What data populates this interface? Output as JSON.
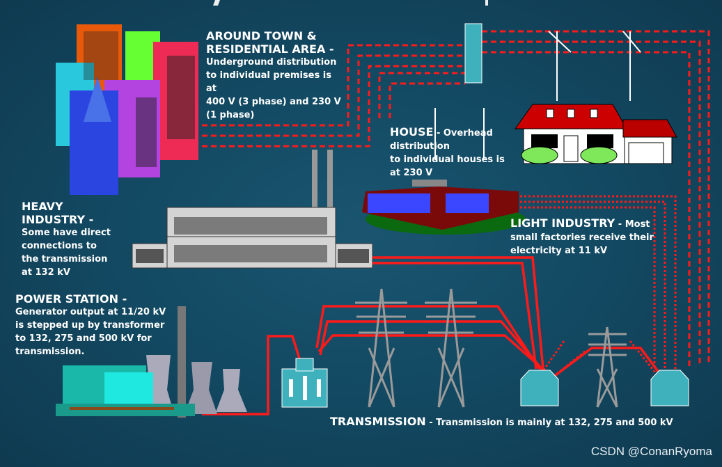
{
  "labels": {
    "around_town": {
      "title": "AROUND TOWN &",
      "title2": "RESIDENTIAL AREA -",
      "lines": [
        "Underground distribution",
        "to individual premises is",
        "at",
        "400 V (3 phase) and 230 V",
        "(1 phase)"
      ]
    },
    "house": {
      "title": "HOUSE",
      "rest": " - Overhead",
      "lines": [
        "distribution",
        "to individual houses is",
        "at 230 V"
      ]
    },
    "heavy_industry": {
      "title": "HEAVY",
      "title2": "INDUSTRY -",
      "lines": [
        "Some have direct",
        "connections to",
        "the transmission",
        "at 132 kV"
      ]
    },
    "power_station": {
      "title": "POWER STATION -",
      "lines": [
        "Generator output at 11/20 kV",
        "is stepped up by transformer",
        "to 132,  275 and 500 kV for",
        "transmission."
      ]
    },
    "light_industry": {
      "title": "LIGHT INDUSTRY",
      "rest": " - Most",
      "lines": [
        "small factories receive their",
        "electricity at 11 kV"
      ]
    },
    "transmission": {
      "title": "TRANSMISSION",
      "rest": " - Transmission is mainly at 132, 275 and 500 kV"
    }
  },
  "watermark": "CSDN @ConanRyoma",
  "colors": {
    "line": "#ff1a1a",
    "background": "#134a63"
  }
}
